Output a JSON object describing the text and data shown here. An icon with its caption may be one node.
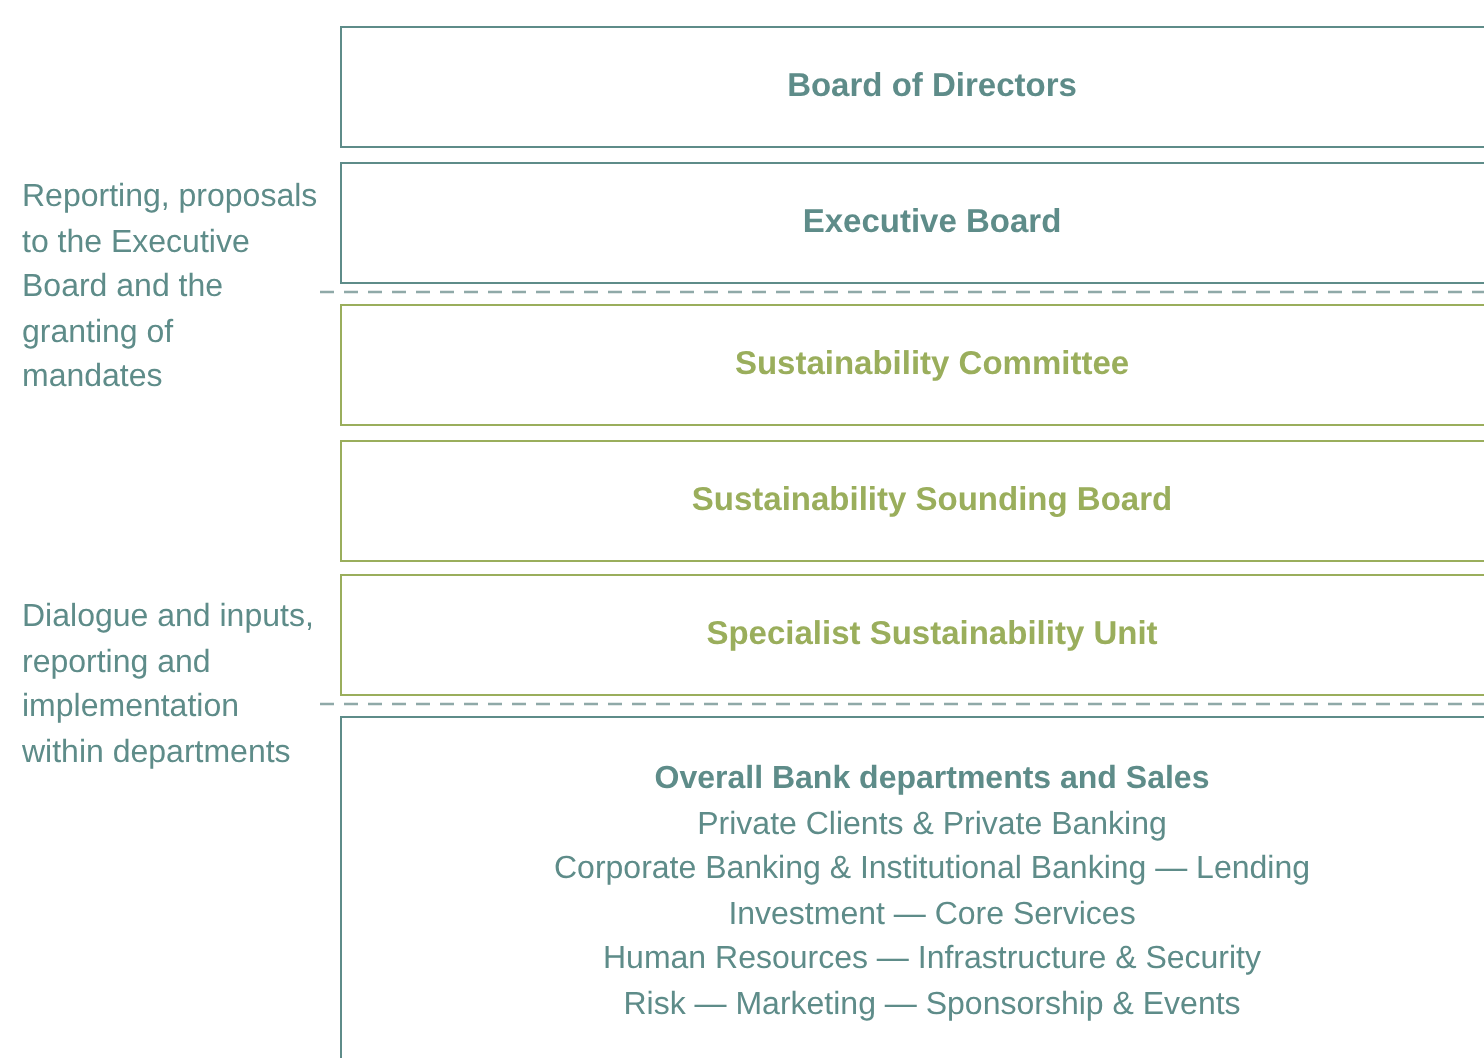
{
  "diagram": {
    "nodes": [
      {
        "text": [
          "Board of Directors"
        ]
      },
      {
        "text": [
          "Executive Board"
        ]
      },
      {
        "text": [
          "Sustainability Committee"
        ]
      },
      {
        "text": [
          "Sustainability Sounding Board"
        ]
      },
      {
        "text": [
          "Specialist Sustainability Unit"
        ]
      },
      {
        "text": [
          "Overall Bank departments and Sales",
          "Private Clients & Private Banking",
          "Corporate Banking & Institutional Banking — Lending",
          "Investment — Core Services",
          "Human Resources — Infrastructure & Security",
          "Risk — Marketing — Sponsorship & Events"
        ]
      }
    ],
    "labels": [
      "Reporting, proposals to the Executive Board and the granting of mandates",
      "Dialogue and inputs, reporting and implementation within departments"
    ]
  }
}
